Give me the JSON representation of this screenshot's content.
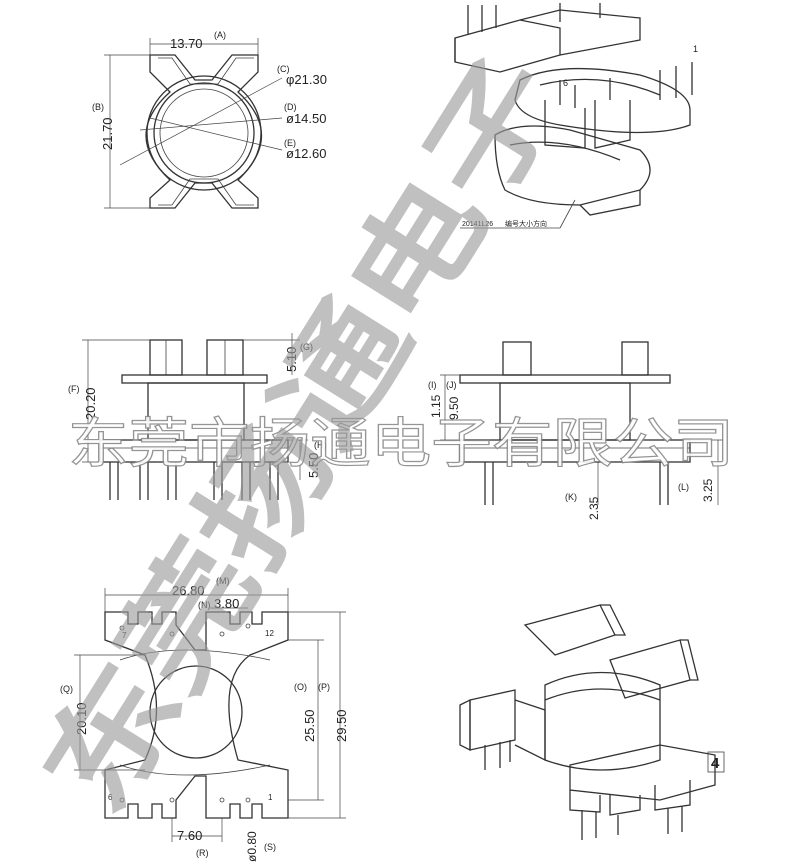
{
  "top_view": {
    "width_dim": "13.70",
    "width_tag": "(A)",
    "height_dim": "21.70",
    "height_tag": "(B)",
    "d1": "φ21.30",
    "d1_tag": "(C)",
    "d2": "ø14.50",
    "d2_tag": "(D)",
    "d3": "ø12.60",
    "d3_tag": "(E)"
  },
  "iso_top": {
    "pin_a": "1",
    "pin_b": "6",
    "label": "20141L26",
    "label_note": "编号大小方向"
  },
  "front_view": {
    "height_dim": "20.20",
    "height_tag": "(F)",
    "top_dim": "5.10",
    "top_tag": "(G)",
    "base_dim": "5.50",
    "base_tag": "(H)"
  },
  "side_view": {
    "tag_i": "(I)",
    "dim_i": "1.15",
    "tag_j": "(J)",
    "dim_j": "9.50",
    "dim_k": "2.35",
    "tag_k": "(K)",
    "tag_l": "(L)",
    "dim_l": "3.25"
  },
  "bottom_view": {
    "width_dim": "26.80",
    "width_tag": "(M)",
    "pitch_dim": "3.80",
    "pitch_tag": "(N)",
    "inner_tag": "(Q)",
    "inner_dim": "20.10",
    "o_tag": "(O)",
    "o_dim": "25.50",
    "p_tag": "(P)",
    "p_dim": "29.50",
    "spacing_dim": "7.60",
    "spacing_tag": "(R)",
    "pin_dim": "ø0.80",
    "pin_tag": "(S)",
    "pin_labels": [
      "7",
      "12",
      "6",
      "1"
    ]
  },
  "iso_bottom": {
    "pin_label": "4"
  },
  "watermark": {
    "company": "东莞市扬通电子有限公司",
    "diag": "东莞扬通电子"
  }
}
